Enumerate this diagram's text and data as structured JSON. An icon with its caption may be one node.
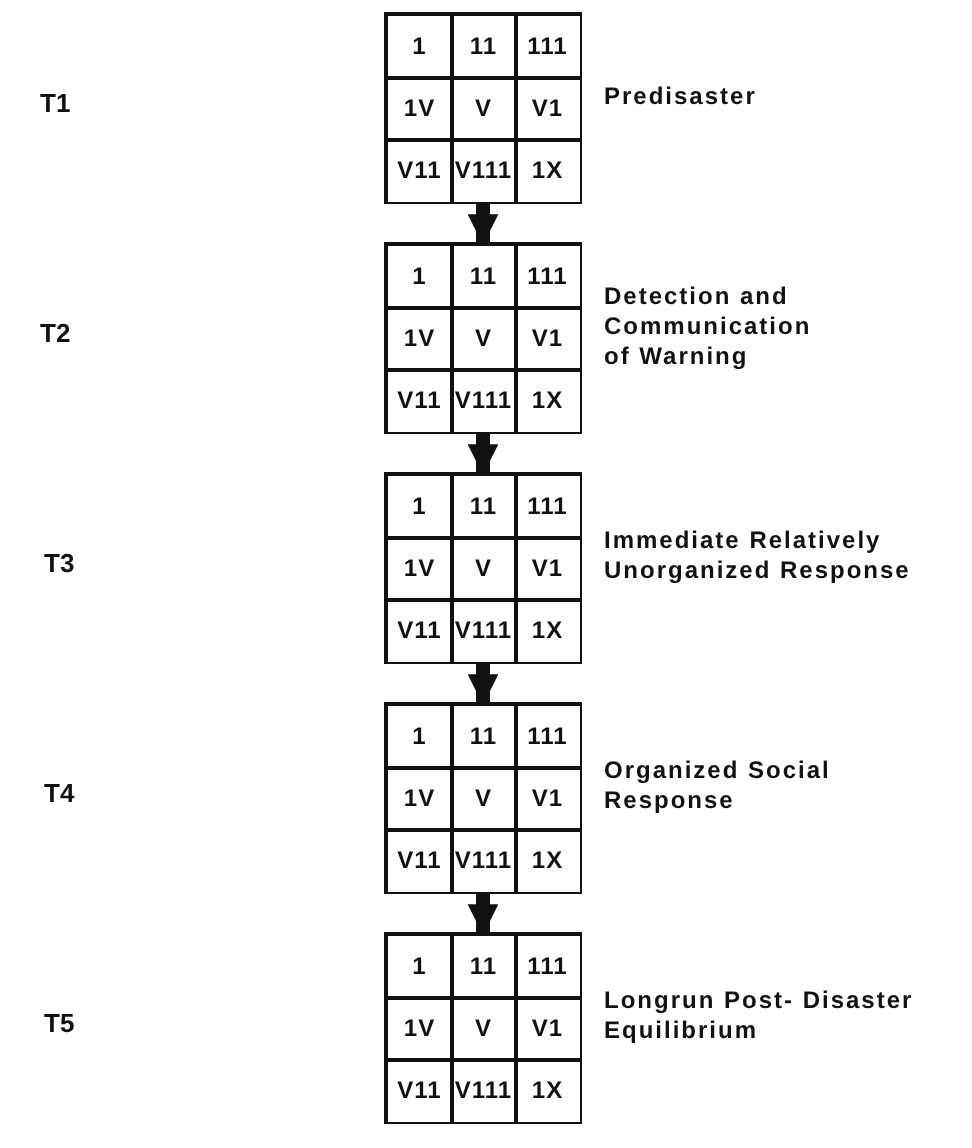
{
  "diagram": {
    "nodes": [
      {
        "text": [],
        "shape": "box",
        "beside": [
          "Predisaster"
        ]
      },
      {
        "text": [
          "1"
        ],
        "in": 0
      },
      {
        "text": [
          "11"
        ],
        "in": 0
      },
      {
        "text": [
          "111"
        ],
        "in": 0
      },
      {
        "text": [
          "1V"
        ],
        "in": 0
      },
      {
        "text": [
          "V"
        ],
        "in": 0
      },
      {
        "text": [
          "V1"
        ],
        "in": 0
      },
      {
        "text": [
          "V11"
        ],
        "in": 0
      },
      {
        "text": [
          "V111"
        ],
        "in": 0
      },
      {
        "text": [
          "1X"
        ],
        "in": 0
      },
      {
        "text": [],
        "shape": "box",
        "beside": [
          "Detection and Communication of Warning"
        ]
      },
      {
        "text": [
          "1"
        ],
        "in": 10
      },
      {
        "text": [
          "11"
        ],
        "in": 10
      },
      {
        "text": [
          "111"
        ],
        "in": 10
      },
      {
        "text": [
          "1V"
        ],
        "in": 10
      },
      {
        "text": [
          "V"
        ],
        "in": 10
      },
      {
        "text": [
          "V1"
        ],
        "in": 10
      },
      {
        "text": [
          "V11"
        ],
        "in": 10
      },
      {
        "text": [
          "V111"
        ],
        "in": 10
      },
      {
        "text": [
          "1X"
        ],
        "in": 10
      },
      {
        "text": [],
        "shape": "box",
        "beside": [
          "Immediate Relatively Unorganized Response"
        ]
      },
      {
        "text": [
          "1"
        ],
        "in": 20
      },
      {
        "text": [
          "11"
        ],
        "in": 20
      },
      {
        "text": [
          "111"
        ],
        "in": 20
      },
      {
        "text": [
          "1V"
        ],
        "in": 20
      },
      {
        "text": [
          "V"
        ],
        "in": 20
      },
      {
        "text": [
          "V1"
        ],
        "in": 20
      },
      {
        "text": [
          "V11"
        ],
        "in": 20
      },
      {
        "text": [
          "V111"
        ],
        "in": 20
      },
      {
        "text": [
          "1X"
        ],
        "in": 20
      },
      {
        "text": [],
        "shape": "box",
        "beside": [
          "Organized Social Response"
        ]
      },
      {
        "text": [
          "1"
        ],
        "in": 30
      },
      {
        "text": [
          "11"
        ],
        "in": 30
      },
      {
        "text": [
          "111"
        ],
        "in": 30
      },
      {
        "text": [
          "1V"
        ],
        "in": 30
      },
      {
        "text": [
          "V"
        ],
        "in": 30
      },
      {
        "text": [
          "V1"
        ],
        "in": 30
      },
      {
        "text": [
          "V11"
        ],
        "in": 30
      },
      {
        "text": [
          "V111"
        ],
        "in": 30
      },
      {
        "text": [
          "1X"
        ],
        "in": 30
      },
      {
        "text": [],
        "shape": "box",
        "beside": [
          "Longrun Post- Disaster Equilibrium"
        ]
      },
      {
        "text": [
          "1"
        ],
        "in": 40
      },
      {
        "text": [
          "11"
        ],
        "in": 40
      },
      {
        "text": [
          "111"
        ],
        "in": 40
      },
      {
        "text": [
          "1V"
        ],
        "in": 40
      },
      {
        "text": [
          "V"
        ],
        "in": 40
      },
      {
        "text": [
          "V1"
        ],
        "in": 40
      },
      {
        "text": [
          "V11"
        ],
        "in": 40
      },
      {
        "text": [
          "V111"
        ],
        "in": 40
      },
      {
        "text": [
          "1X"
        ],
        "in": 40
      }
    ],
    "edges": [
      {
        "from": 0,
        "to": 10,
        "arrow": "to"
      },
      {
        "from": 10,
        "to": 20,
        "arrow": "to"
      },
      {
        "from": 20,
        "to": 30,
        "arrow": "to"
      },
      {
        "from": 30,
        "to": 40,
        "arrow": "to"
      }
    ],
    "labels": [
      "T1",
      "T2",
      "T3",
      "T4",
      "T5"
    ]
  }
}
